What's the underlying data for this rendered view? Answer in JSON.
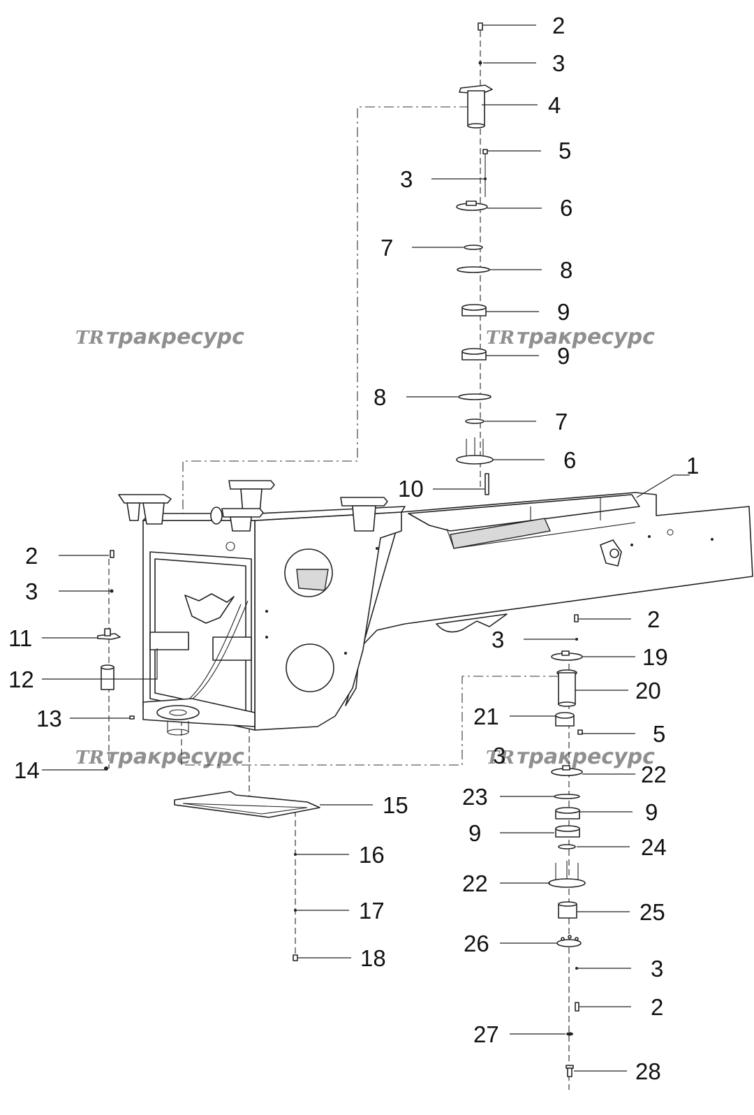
{
  "watermark": {
    "logo": "TR",
    "text": "тракресурс"
  },
  "callouts": {
    "c1": "1",
    "c2a": "2",
    "c2b": "2",
    "c2c": "2",
    "c2d": "2",
    "c3a": "3",
    "c3b": "3",
    "c3c": "3",
    "c3d": "3",
    "c3e": "3",
    "c3f": "3",
    "c4": "4",
    "c5a": "5",
    "c5b": "5",
    "c6a": "6",
    "c6b": "6",
    "c7a": "7",
    "c7b": "7",
    "c8a": "8",
    "c8b": "8",
    "c9a": "9",
    "c9b": "9",
    "c9c": "9",
    "c9d": "9",
    "c10": "10",
    "c11": "11",
    "c12": "12",
    "c13": "13",
    "c14": "14",
    "c15": "15",
    "c16": "16",
    "c17": "17",
    "c18": "18",
    "c19": "19",
    "c20": "20",
    "c21": "21",
    "c22a": "22",
    "c22b": "22",
    "c23": "23",
    "c24": "24",
    "c25": "25",
    "c26": "26",
    "c27": "27",
    "c28": "28"
  }
}
